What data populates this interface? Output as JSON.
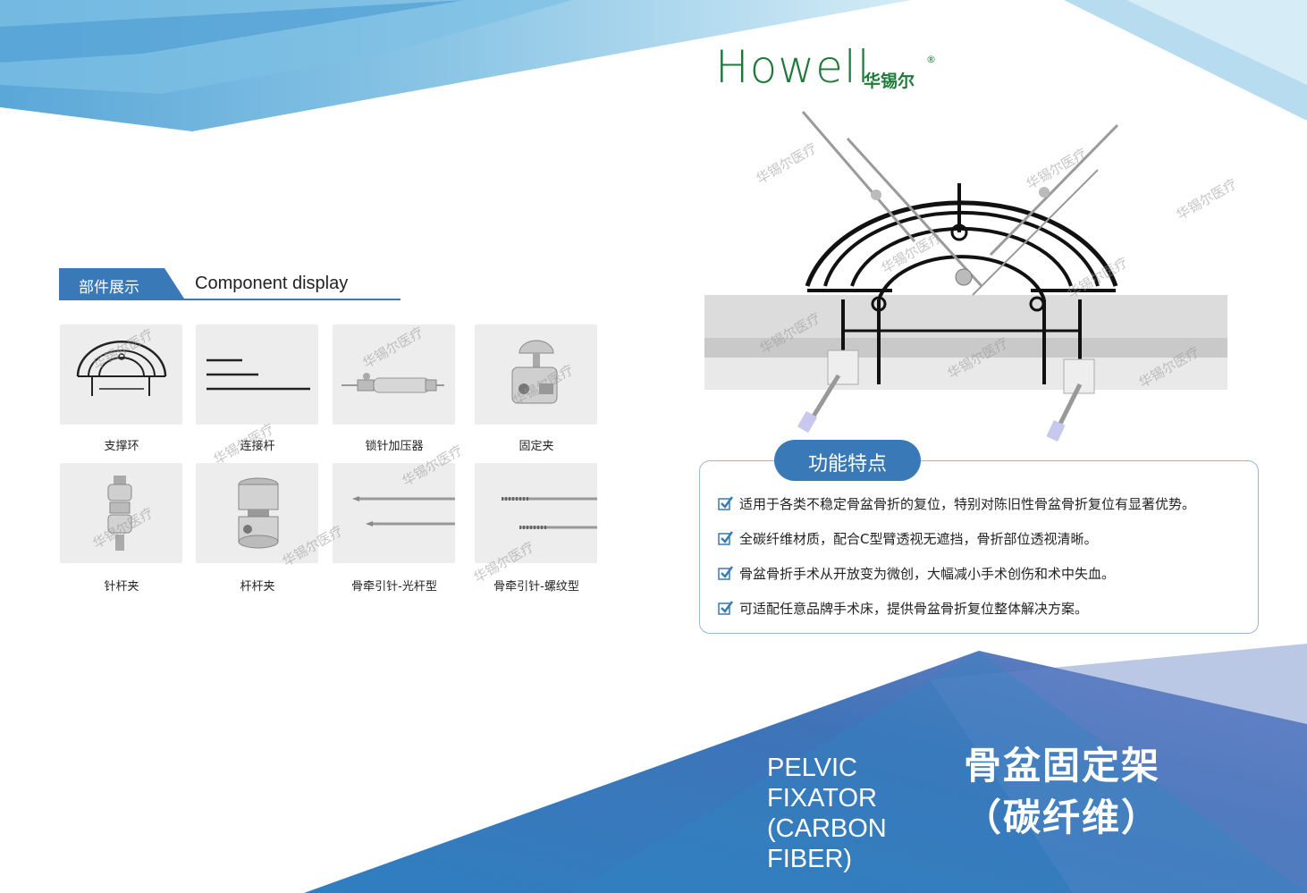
{
  "brand": {
    "wordmark": "Howell",
    "chinese_name": "华锡尔",
    "registered_mark": "®",
    "color": "#1f7a3a"
  },
  "section": {
    "title_cn": "部件展示",
    "title_en": "Component display",
    "accent": "#3a79b7"
  },
  "components": [
    {
      "label": "支撑环",
      "icon": "support-ring-icon"
    },
    {
      "label": "连接杆",
      "icon": "connecting-rod-icon"
    },
    {
      "label": "锁针加压器",
      "icon": "pin-lock-compressor-icon"
    },
    {
      "label": "固定夹",
      "icon": "fixing-clamp-icon"
    },
    {
      "label": "针杆夹",
      "icon": "pin-rod-clamp-icon"
    },
    {
      "label": "杆杆夹",
      "icon": "rod-rod-clamp-icon"
    },
    {
      "label": "骨牵引针-光杆型",
      "icon": "smooth-traction-pin-icon"
    },
    {
      "label": "骨牵引针-螺纹型",
      "icon": "threaded-traction-pin-icon"
    }
  ],
  "features": {
    "title": "功能特点",
    "items": [
      "适用于各类不稳定骨盆骨折的复位，特别对陈旧性骨盆骨折复位有显著优势。",
      "全碳纤维材质，配合C型臂透视无遮挡，骨折部位透视清晰。",
      "骨盆骨折手术从开放变为微创，大幅减小手术创伤和术中失血。",
      "可适配任意品牌手术床，提供骨盆骨折复位整体解决方案。"
    ]
  },
  "product": {
    "title_en_line1": "PELVIC FIXATOR",
    "title_en_line2": "(CARBON FIBER)",
    "title_cn_line1": "骨盆固定架",
    "title_cn_line2": "（碳纤维）"
  },
  "watermark": "华锡尔医疗",
  "colors": {
    "blue_dark": "#3a79b7",
    "blue_light": "#a9d6ec",
    "check": "#3a79b7"
  }
}
